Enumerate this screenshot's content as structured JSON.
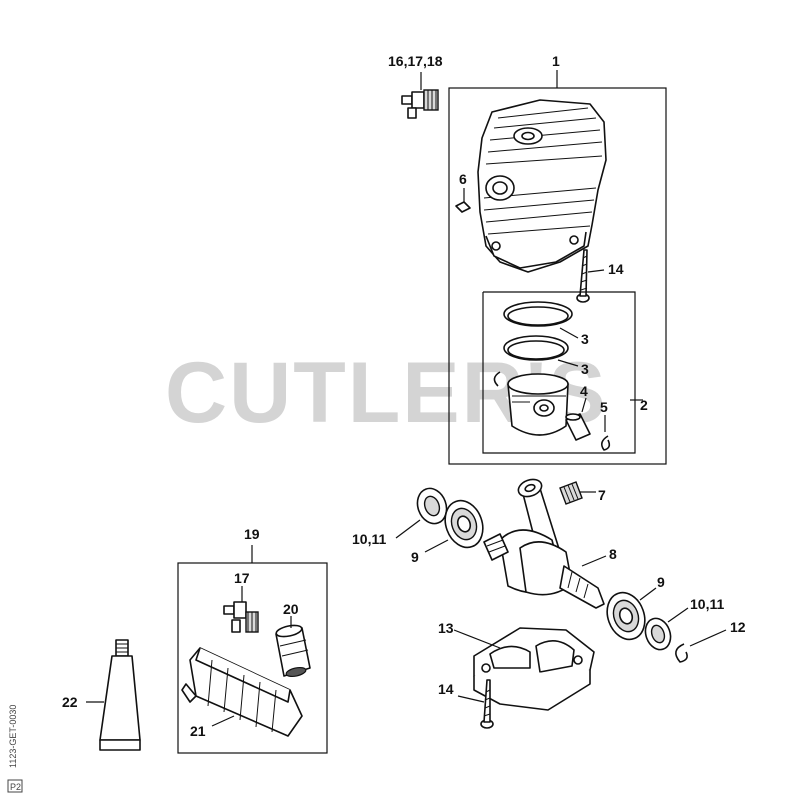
{
  "watermark": "CUTLER'S",
  "drawing_code": "1123-GET-0030",
  "corner_mark": "P2",
  "callouts": {
    "c1": "1",
    "c16_17_18": "16,17,18",
    "c6": "6",
    "c14_top": "14",
    "c3_a": "3",
    "c3_b": "3",
    "c4": "4",
    "c5": "5",
    "c2": "2",
    "c7": "7",
    "c10_11_left": "10,11",
    "c9_left": "9",
    "c8": "8",
    "c9_right": "9",
    "c10_11_right": "10,11",
    "c12": "12",
    "c13": "13",
    "c14_bottom": "14",
    "c19": "19",
    "c17": "17",
    "c20": "20",
    "c21": "21",
    "c22": "22"
  }
}
